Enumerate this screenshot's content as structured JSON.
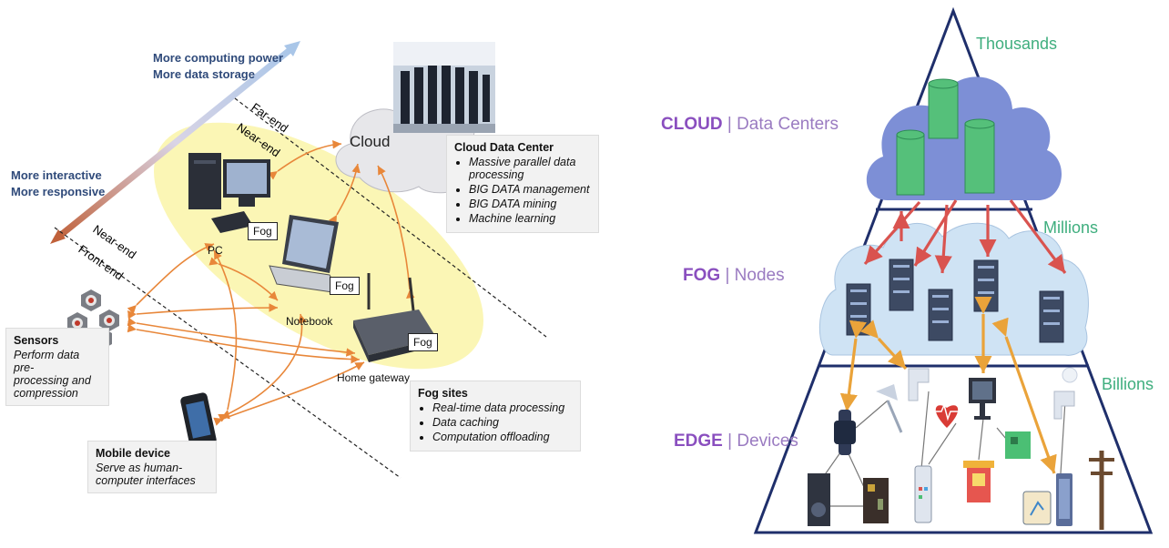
{
  "left_diagram": {
    "axis_top": [
      "More computing power",
      "More data storage"
    ],
    "axis_bottom": [
      "More interactive",
      "More responsive"
    ],
    "zones": {
      "far_end": "Far-end",
      "near_end_top": "Near-end",
      "near_end_bottom": "Near-end",
      "front_end": "Front-end"
    },
    "cloud_label": "Cloud",
    "cloud_box": {
      "title": "Cloud Data Center",
      "items": [
        "Massive parallel data processing",
        "BIG DATA management",
        "BIG DATA mining",
        "Machine learning"
      ]
    },
    "fog_tag": "Fog",
    "devices": {
      "pc": "PC",
      "notebook": "Notebook",
      "gateway": "Home gateway"
    },
    "fog_box": {
      "title": "Fog sites",
      "items": [
        "Real-time data processing",
        "Data caching",
        "Computation offloading"
      ]
    },
    "sensors_box": {
      "title": "Sensors",
      "desc": [
        "Perform data pre-",
        "processing and",
        "compression"
      ]
    },
    "mobile_box": {
      "title": "Mobile device",
      "desc": [
        "Serve as human-",
        "computer interfaces"
      ]
    }
  },
  "right_diagram": {
    "tiers": [
      {
        "name": "CLOUD",
        "sub": "Data Centers",
        "count": "Thousands"
      },
      {
        "name": "FOG",
        "sub": "Nodes",
        "count": "Millions"
      },
      {
        "name": "EDGE",
        "sub": "Devices",
        "count": "Billions"
      }
    ]
  },
  "colors": {
    "orange_arrow": "#e8873a",
    "red_arrow": "#d9534f",
    "gold_arrow": "#eaa33a",
    "fog_ellipse": "#fbf6b5",
    "cloud_blue": "#7d8fd6",
    "fog_cloud": "#cfe3f4",
    "db_green": "#55c07a",
    "tier_purple": "#8a4fbf",
    "count_green": "#3fae7e",
    "pyramid_navy": "#1f2f6b"
  },
  "icons": [
    "server-rack-icon",
    "database-icon",
    "desktop-pc-icon",
    "laptop-icon",
    "router-icon",
    "sensor-icon",
    "smartphone-icon",
    "smartwatch-icon",
    "lamp-icon",
    "faucet-icon",
    "heart-monitor-icon",
    "monitor-icon",
    "circuit-board-icon",
    "kiosk-icon",
    "map-tablet-icon",
    "power-pole-icon",
    "speaker-icon",
    "remote-icon"
  ]
}
